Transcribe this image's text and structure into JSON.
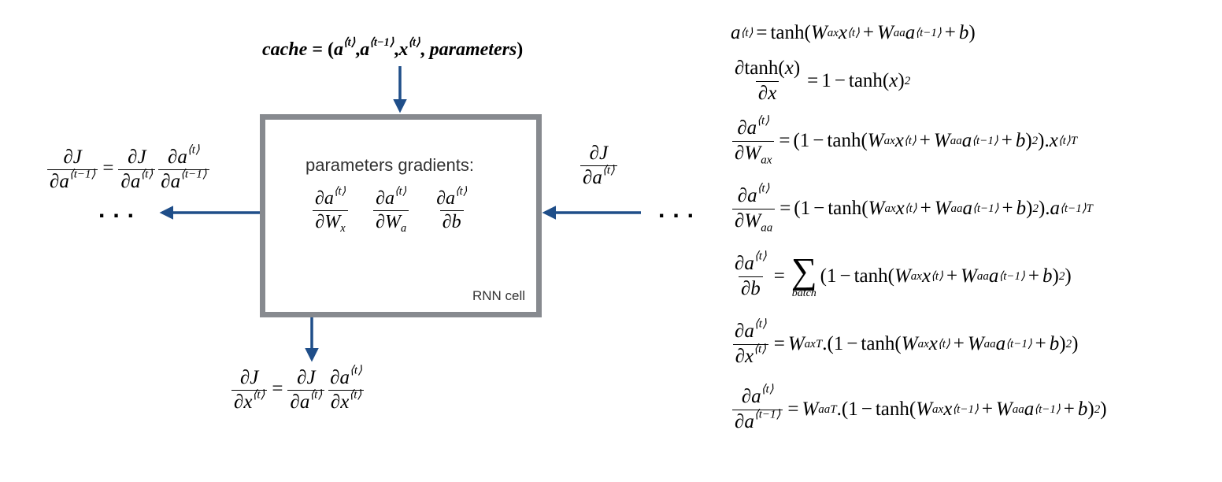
{
  "cell": {
    "title": "parameters gradients:",
    "label": "RNN cell"
  },
  "cache_equation": "cache = (a⟨t⟩, a⟨t−1⟩, x⟨t⟩, parameters)",
  "left_output": "∂J/∂a⟨t−1⟩ = ∂J/∂a⟨t⟩ · ∂a⟨t⟩/∂a⟨t−1⟩",
  "right_input": "∂J/∂a⟨t⟩",
  "bottom_output": "∂J/∂x⟨t⟩ = ∂J/∂a⟨t⟩ · ∂a⟨t⟩/∂x⟨t⟩",
  "ellipsis": "...",
  "equations": [
    "a⟨t⟩ = tanh(W_ax x⟨t⟩ + W_aa a⟨t−1⟩ + b)",
    "∂tanh(x)/∂x = 1 − tanh(x)²",
    "∂a⟨t⟩/∂W_ax = (1 − tanh(W_ax x⟨t⟩ + W_aa a⟨t−1⟩ + b)²).x⟨t⟩T",
    "∂a⟨t⟩/∂W_aa = (1 − tanh(W_ax x⟨t⟩ + W_aa a⟨t−1⟩ + b)²).a⟨t−1⟩T",
    "∂a⟨t⟩/∂b = Σ_batch (1 − tanh(W_ax x⟨t⟩ + W_aa a⟨t−1⟩ + b)²)",
    "∂a⟨t⟩/∂x⟨t⟩ = W_ax^T.(1 − tanh(W_ax x⟨t⟩ + W_aa a⟨t−1⟩ + b)²)",
    "∂a⟨t⟩/∂a⟨t−1⟩ = W_aa^T.(1 − tanh(W_ax x⟨t−1⟩ + W_aa a⟨t−1⟩ + b)²)"
  ],
  "colors": {
    "arrow": "#1f4e89",
    "box_border": "#878a8f"
  }
}
